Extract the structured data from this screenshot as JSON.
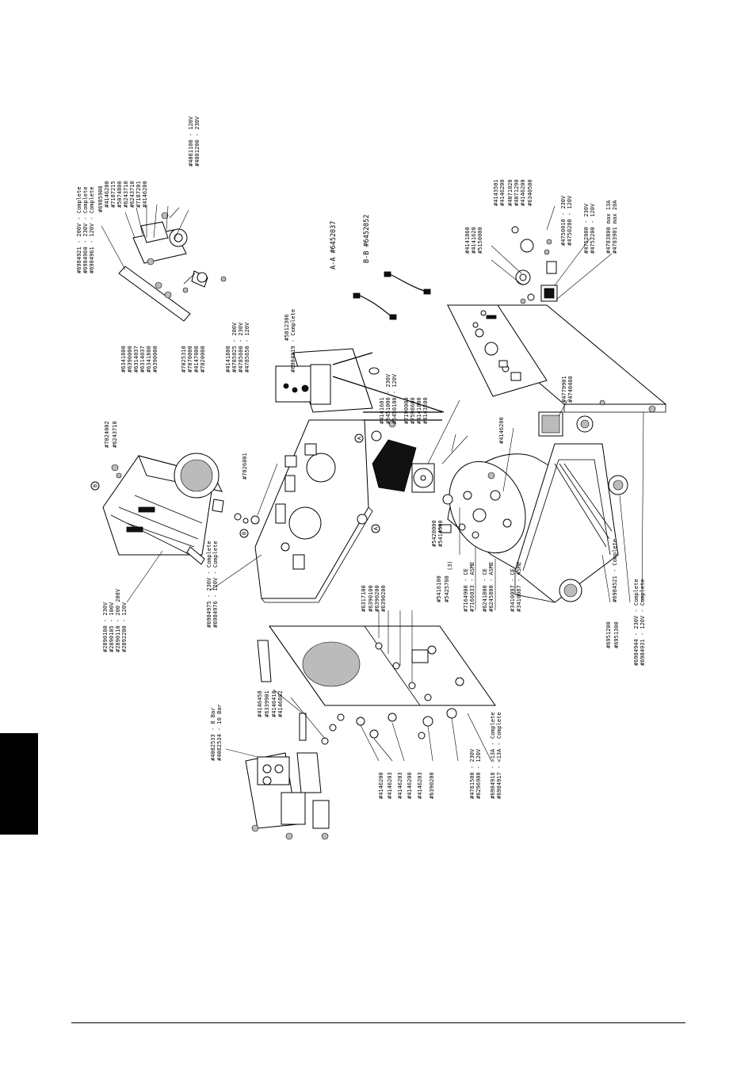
{
  "labels": [
    {
      "id": "l01",
      "text": "#6984921  -  200V  -  Complete"
    },
    {
      "id": "l02",
      "text": "#6984960  -  230V  -  Complete"
    },
    {
      "id": "l03",
      "text": "#6984961  -  120V  -  Complete"
    },
    {
      "id": "l04",
      "text": "#6985908"
    },
    {
      "id": "l05",
      "text": "#4146200"
    },
    {
      "id": "l06",
      "text": "#7187215"
    },
    {
      "id": "l07",
      "text": "#5074800"
    },
    {
      "id": "l08",
      "text": "#6243710"
    },
    {
      "id": "l09",
      "text": "#6243710"
    },
    {
      "id": "l10",
      "text": "#7187201"
    },
    {
      "id": "l11",
      "text": "#4146200"
    },
    {
      "id": "l12",
      "text": "#4081100  -  120V"
    },
    {
      "id": "l13",
      "text": "#4081200  -  230V"
    },
    {
      "id": "l14",
      "text": "#6341800"
    },
    {
      "id": "l15",
      "text": "#6390000"
    },
    {
      "id": "l16",
      "text": "#6314037"
    },
    {
      "id": "l17",
      "text": "#6314037"
    },
    {
      "id": "l18",
      "text": "#6341800"
    },
    {
      "id": "l19",
      "text": "#6390000"
    },
    {
      "id": "l20",
      "text": "#7025310"
    },
    {
      "id": "l21",
      "text": "#7070000"
    },
    {
      "id": "l22",
      "text": "#4147000"
    },
    {
      "id": "l23",
      "text": "#7020000"
    },
    {
      "id": "l24",
      "text": "#4141800"
    },
    {
      "id": "l25",
      "text": "#4785025  -  200V"
    },
    {
      "id": "l26",
      "text": "#4785600  -  230V"
    },
    {
      "id": "l27",
      "text": "#4785650  -  120V"
    },
    {
      "id": "l28",
      "text": "A-A  #6452037"
    },
    {
      "id": "l29",
      "text": "B-B  #6452052"
    },
    {
      "id": "l30",
      "text": "#5812306"
    },
    {
      "id": "l31",
      "text": "#6984919  -  Complete"
    },
    {
      "id": "l32",
      "text": "#4141601"
    },
    {
      "id": "l33",
      "text": "#5451000  -  230V"
    },
    {
      "id": "l34",
      "text": "#5450100  -  120V"
    },
    {
      "id": "l35",
      "text": "#7190000"
    },
    {
      "id": "l36",
      "text": "#7598600"
    },
    {
      "id": "l37",
      "text": "#4141800"
    },
    {
      "id": "l38",
      "text": "#4143500"
    },
    {
      "id": "l39",
      "text": "#4141860"
    },
    {
      "id": "l40",
      "text": "#4141620"
    },
    {
      "id": "l41",
      "text": "#5150000"
    },
    {
      "id": "l42",
      "text": "#4143501"
    },
    {
      "id": "l43",
      "text": "#4146200"
    },
    {
      "id": "l44",
      "text": "#4071020"
    },
    {
      "id": "l45",
      "text": "#4071290"
    },
    {
      "id": "l46",
      "text": "#4146200"
    },
    {
      "id": "l47",
      "text": "#6340500"
    },
    {
      "id": "l48",
      "text": "#4750010  -  230V"
    },
    {
      "id": "l49",
      "text": "#4750200  -  120V"
    },
    {
      "id": "l50",
      "text": "#4752000  -  230V"
    },
    {
      "id": "l51",
      "text": "#4752200  -  120V"
    },
    {
      "id": "l52",
      "text": "#4783800  max  13A"
    },
    {
      "id": "l53",
      "text": "#4783901  max  20A"
    },
    {
      "id": "l54",
      "text": "#4779901"
    },
    {
      "id": "l55",
      "text": "#4740400"
    },
    {
      "id": "l56",
      "text": "#4146200"
    },
    {
      "id": "l57",
      "text": "#7024002"
    },
    {
      "id": "l58",
      "text": "#6243710"
    },
    {
      "id": "l59",
      "text": "#7026001"
    },
    {
      "id": "l60",
      "text": "#2890100  -  230V"
    },
    {
      "id": "l61",
      "text": "#2890105  -  100V"
    },
    {
      "id": "l62",
      "text": "#2890110  -  200  208V"
    },
    {
      "id": "l63",
      "text": "#2892200  -  120V"
    },
    {
      "id": "l64",
      "text": "#6984975  -  230V  -  Complete"
    },
    {
      "id": "l65",
      "text": "#6984976  -  120V  -  Complete"
    },
    {
      "id": "l66",
      "text": "#6317100"
    },
    {
      "id": "l67",
      "text": "#6390100"
    },
    {
      "id": "l68",
      "text": "#6390200"
    },
    {
      "id": "l69",
      "text": "#6390200"
    },
    {
      "id": "l70",
      "text": "#5420000"
    },
    {
      "id": "l71",
      "text": "#5414500"
    },
    {
      "id": "l72",
      "text": "#5416100"
    },
    {
      "id": "l73",
      "text": "#5425700"
    },
    {
      "id": "l74",
      "text": "#7164900  -  CE"
    },
    {
      "id": "l75",
      "text": "#7166033  -  ASME"
    },
    {
      "id": "l76",
      "text": "#6241800  -  CE"
    },
    {
      "id": "l77",
      "text": "#6245800  -  ASME"
    },
    {
      "id": "l78",
      "text": "#3410097  -  CE"
    },
    {
      "id": "l79",
      "text": "#3410087  -  ASME"
    },
    {
      "id": "l80",
      "text": "#6951200"
    },
    {
      "id": "l81",
      "text": "#6951300"
    },
    {
      "id": "l82",
      "text": "#6984521  -  Complete"
    },
    {
      "id": "l83",
      "text": "#6984944  -  230V  -  Complete"
    },
    {
      "id": "l84",
      "text": "#6984931  -  120V  -  Complete"
    },
    {
      "id": "l85",
      "text": "#4082533  -  8  Bar"
    },
    {
      "id": "l86",
      "text": "#4082534  -  10  Bar"
    },
    {
      "id": "l87",
      "text": "#4146458"
    },
    {
      "id": "l88",
      "text": "#6339901"
    },
    {
      "id": "l89",
      "text": "#4146410"
    },
    {
      "id": "l90",
      "text": "#4146802"
    },
    {
      "id": "l91",
      "text": "#4146200"
    },
    {
      "id": "l92",
      "text": "#4146203"
    },
    {
      "id": "l93",
      "text": "#4146203"
    },
    {
      "id": "l94",
      "text": "#4146200"
    },
    {
      "id": "l95",
      "text": "#4146203"
    },
    {
      "id": "l96",
      "text": "#6390200"
    },
    {
      "id": "l97",
      "text": "#4781500  -  230V"
    },
    {
      "id": "l98",
      "text": "#6296900  -  120V"
    },
    {
      "id": "l99",
      "text": "#6984918  -  >13A  -  Complete"
    },
    {
      "id": "l100",
      "text": "#6984917  -  <13A  -  Complete"
    }
  ],
  "markers": {
    "a": "A",
    "b": "B",
    "superscript": "(3)"
  },
  "colors": {
    "tab": "#000000",
    "line": "#000000",
    "paper": "#ffffff"
  }
}
